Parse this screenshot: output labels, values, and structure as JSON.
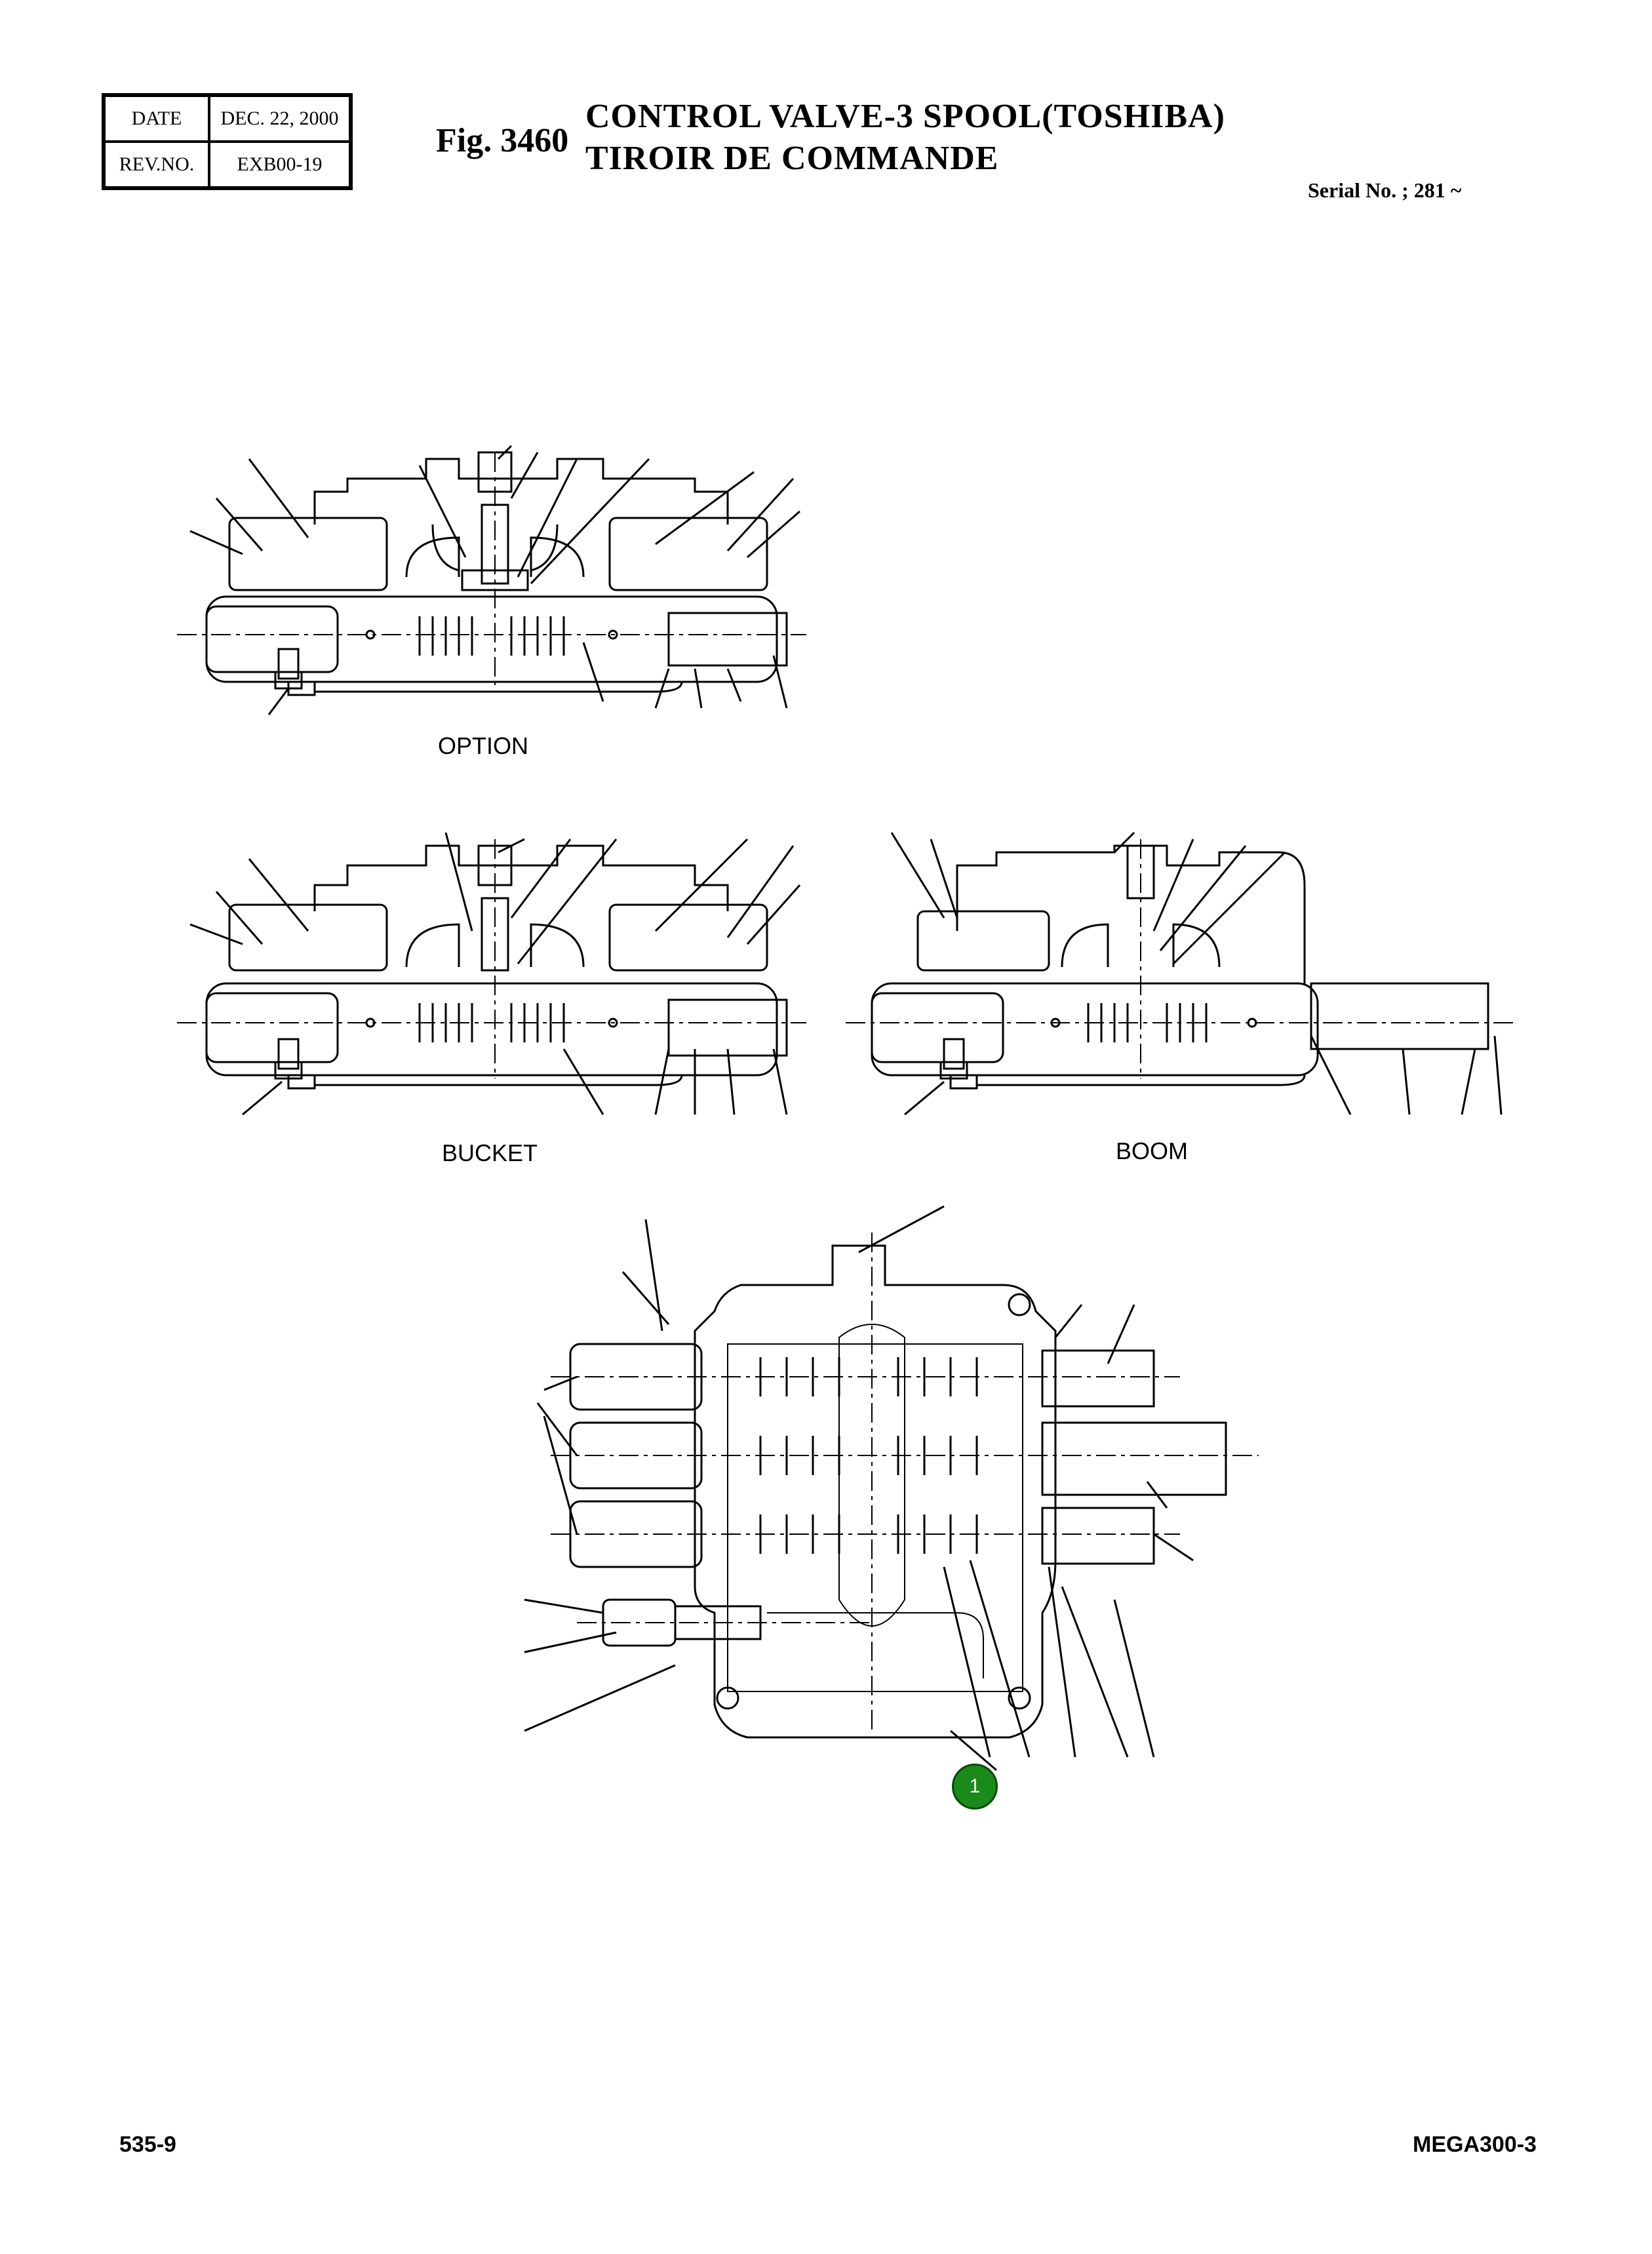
{
  "revision": {
    "date_label": "DATE",
    "date_value": "DEC. 22, 2000",
    "rev_label": "REV.NO.",
    "rev_value": "EXB00-19"
  },
  "header": {
    "fig_number": "Fig. 3460",
    "title_en": "CONTROL VALVE-3 SPOOL(TOSHIBA)",
    "title_fr": "TIROIR DE COMMANDE",
    "serial": "Serial No. ; 281 ~"
  },
  "views": {
    "option_label": "OPTION",
    "bucket_label": "BUCKET",
    "boom_label": "BOOM"
  },
  "callouts": [
    {
      "number": "1",
      "color": "#1a8a1a"
    }
  ],
  "footer": {
    "page": "535-9",
    "model": "MEGA300-3"
  }
}
